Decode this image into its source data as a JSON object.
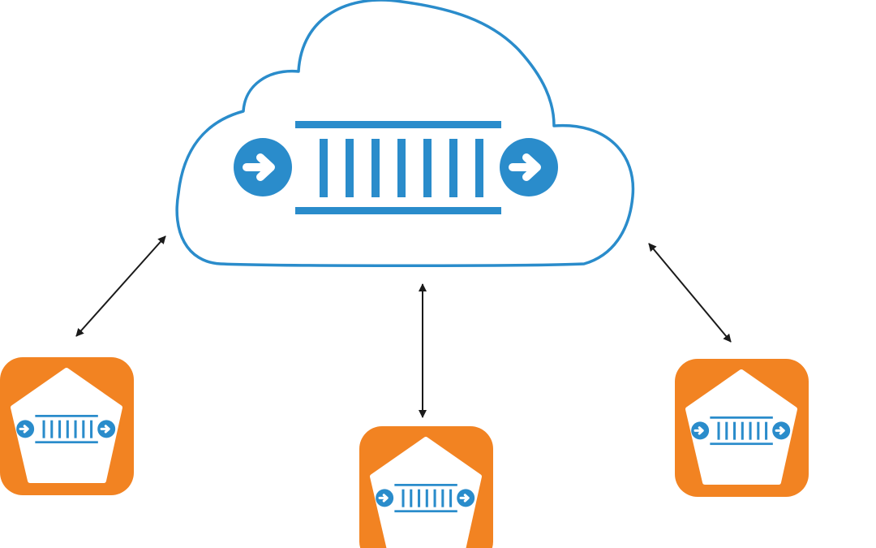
{
  "colors": {
    "background": "#ffffff",
    "cloud_stroke": "#2a8ccb",
    "queue_blue": "#2a8ccb",
    "node_orange": "#f28322",
    "node_inner": "#ffffff",
    "arrow": "#1a1a1a"
  },
  "diagram": {
    "central": {
      "shape": "cloud",
      "icon": "message-queue-icon"
    },
    "nodes": [
      {
        "id": "node-left",
        "shape": "orange-rounded-square-with-pentagon",
        "icon": "message-queue-icon"
      },
      {
        "id": "node-center",
        "shape": "orange-rounded-square-with-pentagon",
        "icon": "message-queue-icon"
      },
      {
        "id": "node-right",
        "shape": "orange-rounded-square-with-pentagon",
        "icon": "message-queue-icon"
      }
    ],
    "connections": [
      {
        "from": "cloud",
        "to": "node-left",
        "direction": "bidirectional"
      },
      {
        "from": "cloud",
        "to": "node-center",
        "direction": "bidirectional"
      },
      {
        "from": "cloud",
        "to": "node-right",
        "direction": "bidirectional"
      }
    ]
  }
}
